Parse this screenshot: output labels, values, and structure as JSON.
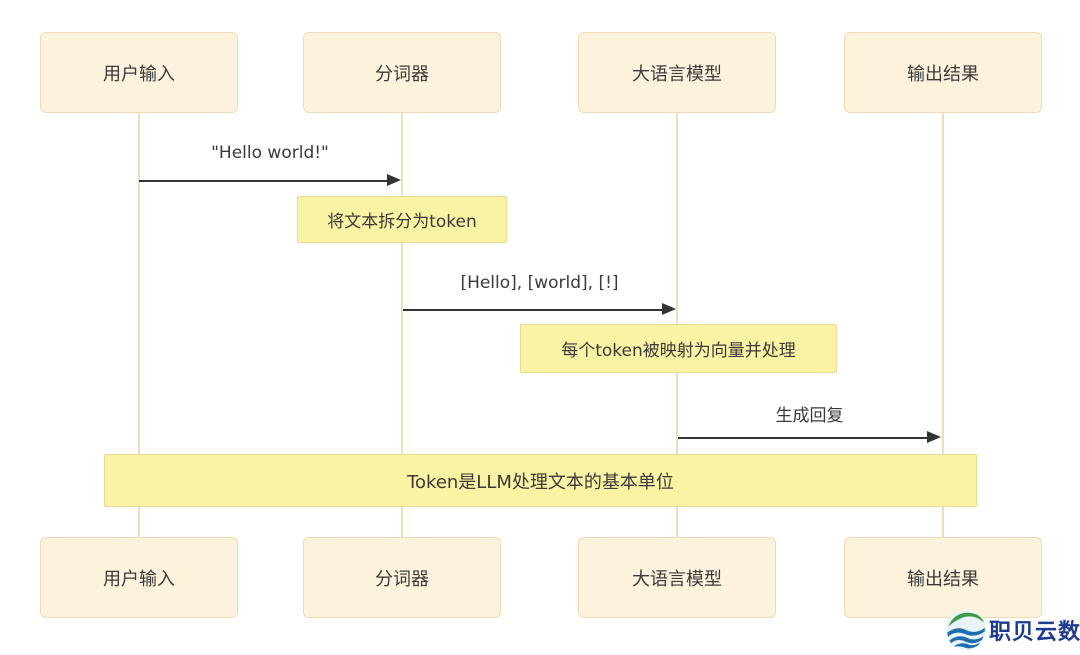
{
  "diagram": {
    "participants": [
      {
        "id": "user-input",
        "label": "用户输入"
      },
      {
        "id": "tokenizer",
        "label": "分词器"
      },
      {
        "id": "llm",
        "label": "大语言模型"
      },
      {
        "id": "output",
        "label": "输出结果"
      }
    ],
    "messages": [
      {
        "from": "用户输入",
        "to": "分词器",
        "text": "\"Hello world!\""
      },
      {
        "from": "分词器",
        "to": "大语言模型",
        "text": "[Hello], [world], [!]"
      },
      {
        "from": "大语言模型",
        "to": "输出结果",
        "text": "生成回复"
      }
    ],
    "notes": [
      {
        "over": "分词器",
        "text": "将文本拆分为token"
      },
      {
        "over": "大语言模型",
        "text": "每个token被映射为向量并处理"
      },
      {
        "over": "用户输入,输出结果",
        "text": "Token是LLM处理文本的基本单位"
      }
    ],
    "colors": {
      "participant_fill": "#fdf3dd",
      "participant_border": "#f0dcb4",
      "lifeline": "#f1ddb6",
      "note_fill": "#faf3a3",
      "note_border": "#e7dc91",
      "arrow": "#333333",
      "text": "#3a3a3a",
      "brand_text": "#1c3c94"
    }
  },
  "watermark": {
    "brand": "职贝云数"
  }
}
